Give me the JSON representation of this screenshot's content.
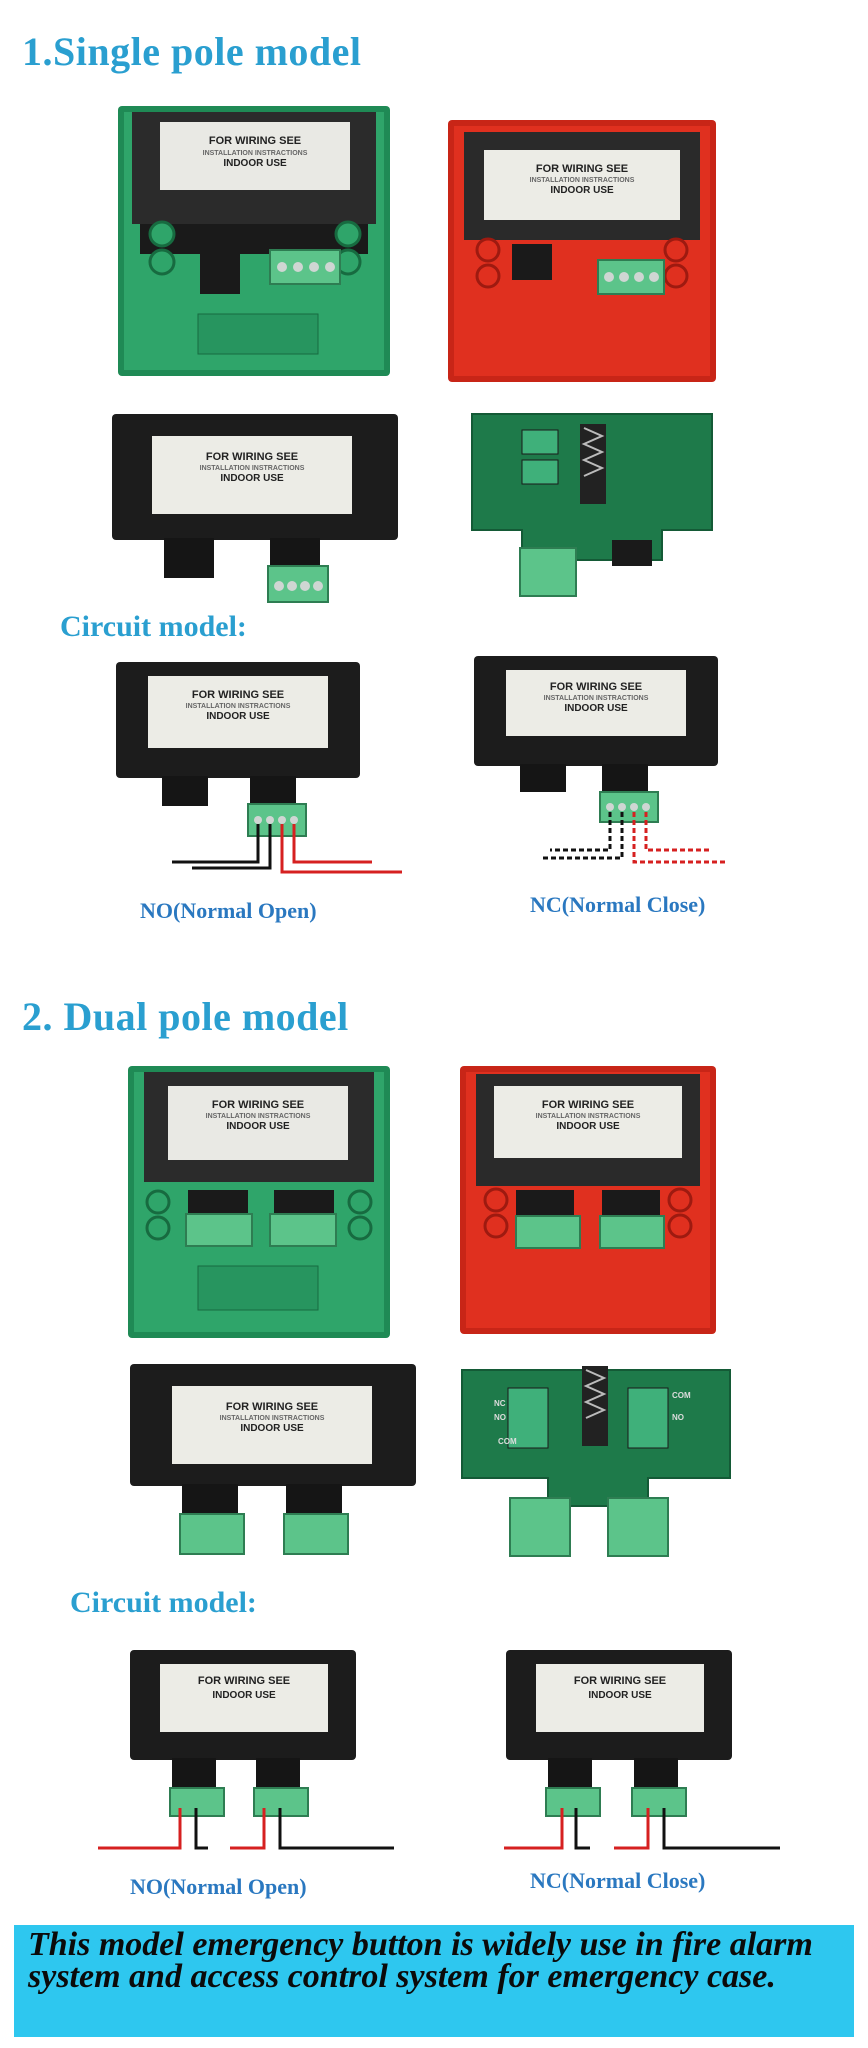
{
  "section1": {
    "title": "1.Single pole model"
  },
  "section2": {
    "title": "2. Dual pole model"
  },
  "circuit_title": "Circuit model:",
  "captions": {
    "no": "NO(Normal Open)",
    "nc": "NC(Normal Close)"
  },
  "label": {
    "line1": "FOR WIRING SEE",
    "line2": "INSTALLATION INSTRACTIONS",
    "line3": "INDOOR USE"
  },
  "pcb_marks": {
    "com": "COM",
    "no": "NO",
    "nc": "NC"
  },
  "banner": {
    "text": "This model emergency button is widely use in fire alarm system and access control system for emergency case."
  },
  "colors": {
    "title_blue": "#2a9fd0",
    "caption_blue": "#2a78c0",
    "banner_bg": "#2ec7ef",
    "housing_green": "#1f8a55",
    "housing_red": "#d52a1c",
    "module_black": "#1c1c1c",
    "terminal_green": "#5cc48a",
    "wire_red": "#d62020"
  }
}
